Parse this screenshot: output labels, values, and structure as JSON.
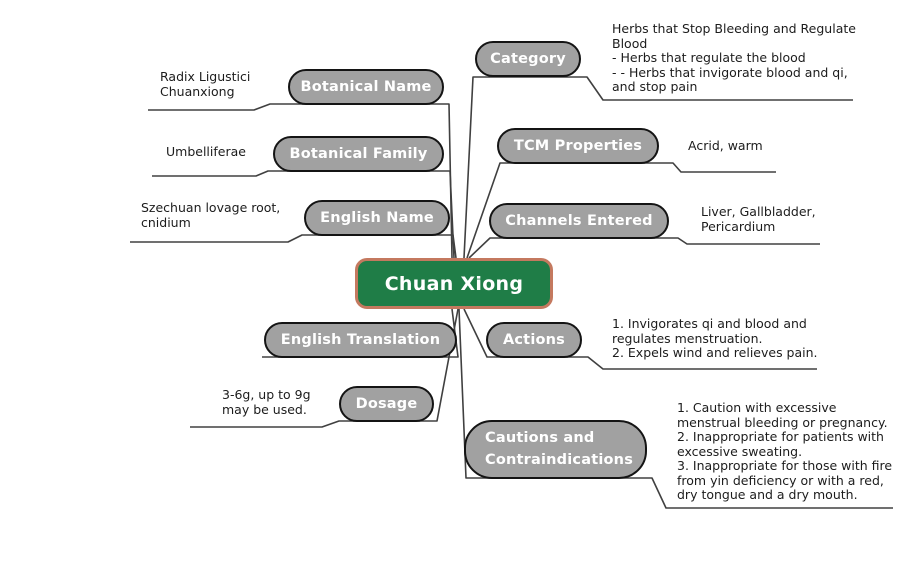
{
  "diagram": {
    "type": "mindmap",
    "center": {
      "label": "Chuan Xiong"
    },
    "colors": {
      "center_fill": "#1f7d47",
      "center_border": "#c4795f",
      "node_fill": "#a1a1a1",
      "node_border": "#141414",
      "node_text": "#ffffff",
      "line": "#404040",
      "note_text": "#1c1c1c",
      "background": "#ffffff"
    },
    "branches": {
      "category": {
        "label": "Category",
        "note": "Herbs that Stop Bleeding and Regulate\nBlood\n- Herbs that regulate the blood\n- - Herbs that invigorate blood and qi,\nand stop pain"
      },
      "tcm_properties": {
        "label": "TCM Properties",
        "note": "Acrid, warm"
      },
      "channels_entered": {
        "label": "Channels Entered",
        "note": "Liver, Gallbladder,\nPericardium"
      },
      "actions": {
        "label": "Actions",
        "note": "1. Invigorates qi and blood and\nregulates menstruation.\n2. Expels wind and relieves pain."
      },
      "cautions": {
        "label": "Cautions and\nContraindications",
        "note": "1. Caution with excessive\nmenstrual bleeding or pregnancy.\n2. Inappropriate for patients with\nexcessive sweating.\n3. Inappropriate for those with fire\nfrom yin deficiency or with a red,\ndry tongue and a dry mouth."
      },
      "botanical_name": {
        "label": "Botanical Name",
        "note": "Radix Ligustici\nChuanxiong"
      },
      "botanical_family": {
        "label": "Botanical Family",
        "note": "Umbelliferae"
      },
      "english_name": {
        "label": "English Name",
        "note": "Szechuan lovage root,\ncnidium"
      },
      "english_translation": {
        "label": "English Translation",
        "note": ""
      },
      "dosage": {
        "label": "Dosage",
        "note": "3-6g, up to 9g\nmay be used."
      }
    }
  }
}
